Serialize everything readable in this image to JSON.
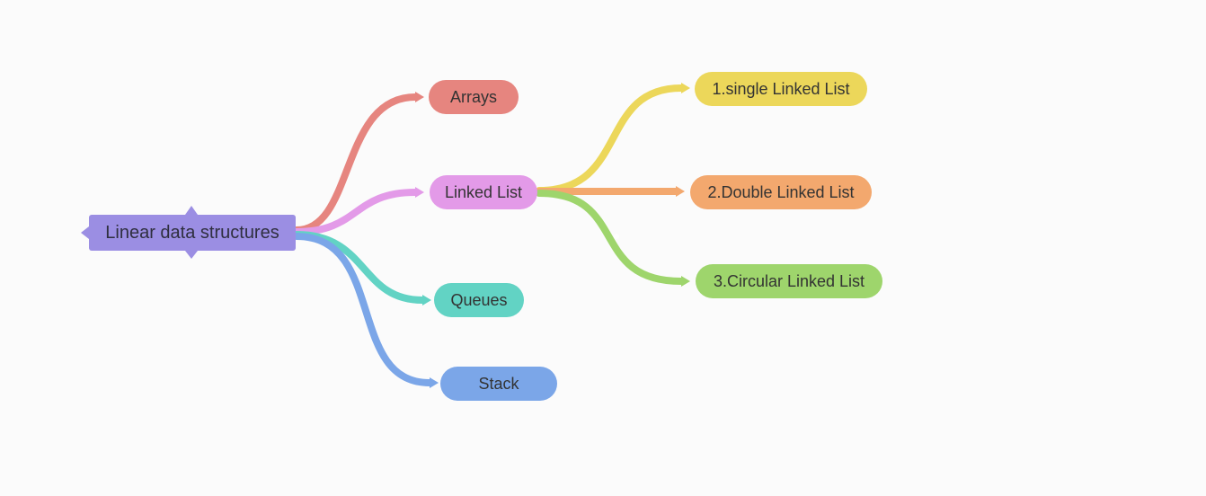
{
  "root": {
    "label": "Linear data structures",
    "color": "#9b8ee3"
  },
  "branches": [
    {
      "key": "arrays",
      "label": "Arrays",
      "color": "#e6857f",
      "children": []
    },
    {
      "key": "linked",
      "label": "Linked List",
      "color": "#e39ae8",
      "children": [
        {
          "key": "single",
          "label": "1.single Linked List",
          "color": "#ecd75a"
        },
        {
          "key": "double",
          "label": "2.Double Linked List",
          "color": "#f3a86e"
        },
        {
          "key": "circular",
          "label": "3.Circular Linked List",
          "color": "#9ed56c"
        }
      ]
    },
    {
      "key": "queues",
      "label": "Queues",
      "color": "#62d3c4",
      "children": []
    },
    {
      "key": "stack",
      "label": "Stack",
      "color": "#7ba6e8",
      "children": []
    }
  ]
}
